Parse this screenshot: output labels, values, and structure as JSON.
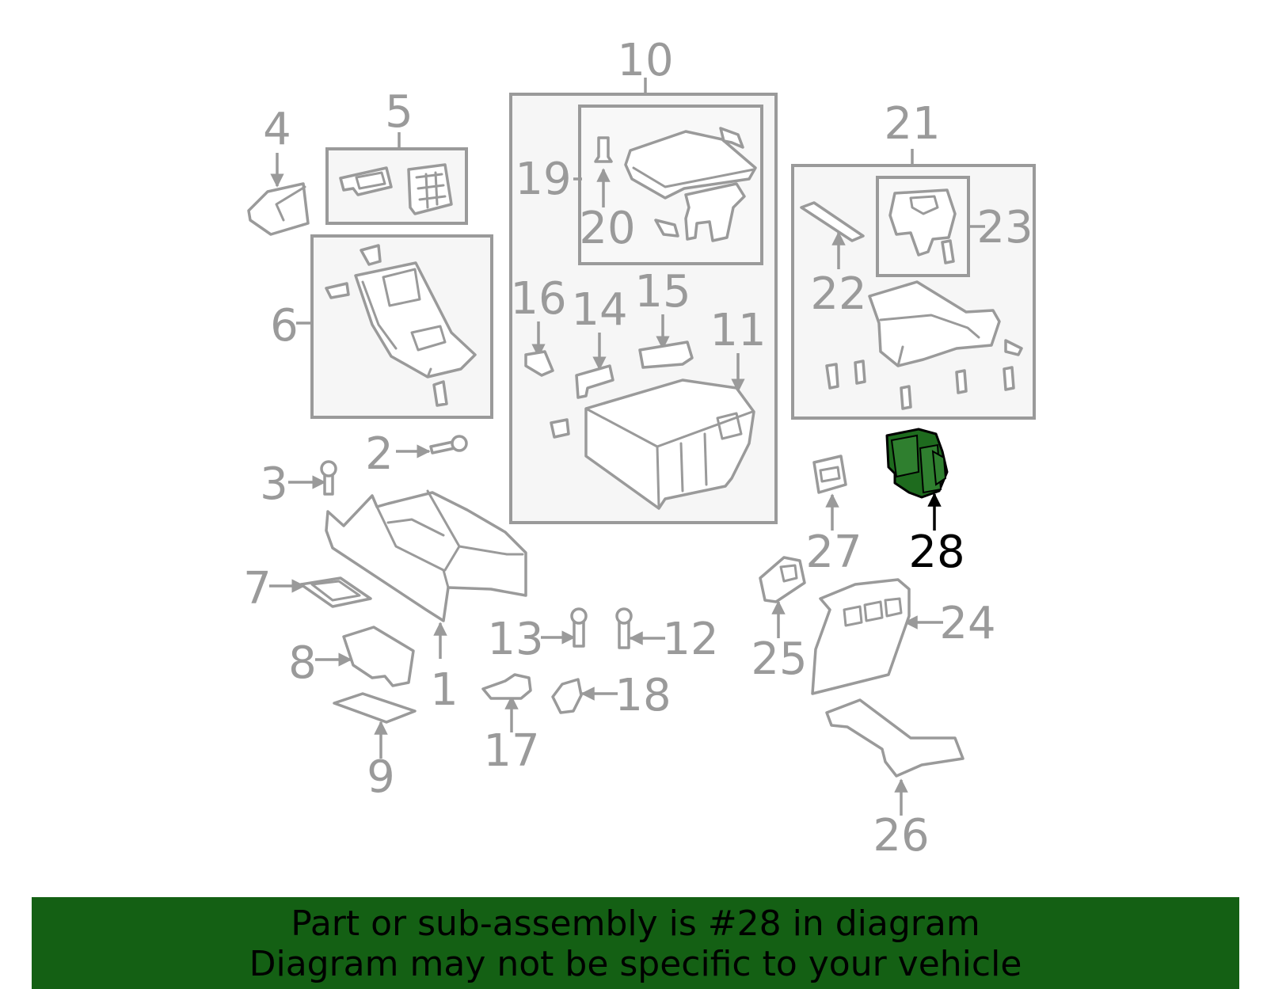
{
  "diagram": {
    "highlighted_part": "28",
    "callouts": [
      "1",
      "2",
      "3",
      "4",
      "5",
      "6",
      "7",
      "8",
      "9",
      "10",
      "11",
      "12",
      "13",
      "14",
      "15",
      "16",
      "17",
      "18",
      "19",
      "20",
      "21",
      "22",
      "23",
      "24",
      "25",
      "26",
      "27",
      "28"
    ]
  },
  "banner": {
    "line1": "Part or sub-assembly is #28 in diagram",
    "line2": "Diagram may not be specific to your vehicle"
  },
  "colors": {
    "banner_bg": "#146014",
    "highlight_part": "#1e6b1e",
    "line_gray": "#9a9a9a"
  }
}
